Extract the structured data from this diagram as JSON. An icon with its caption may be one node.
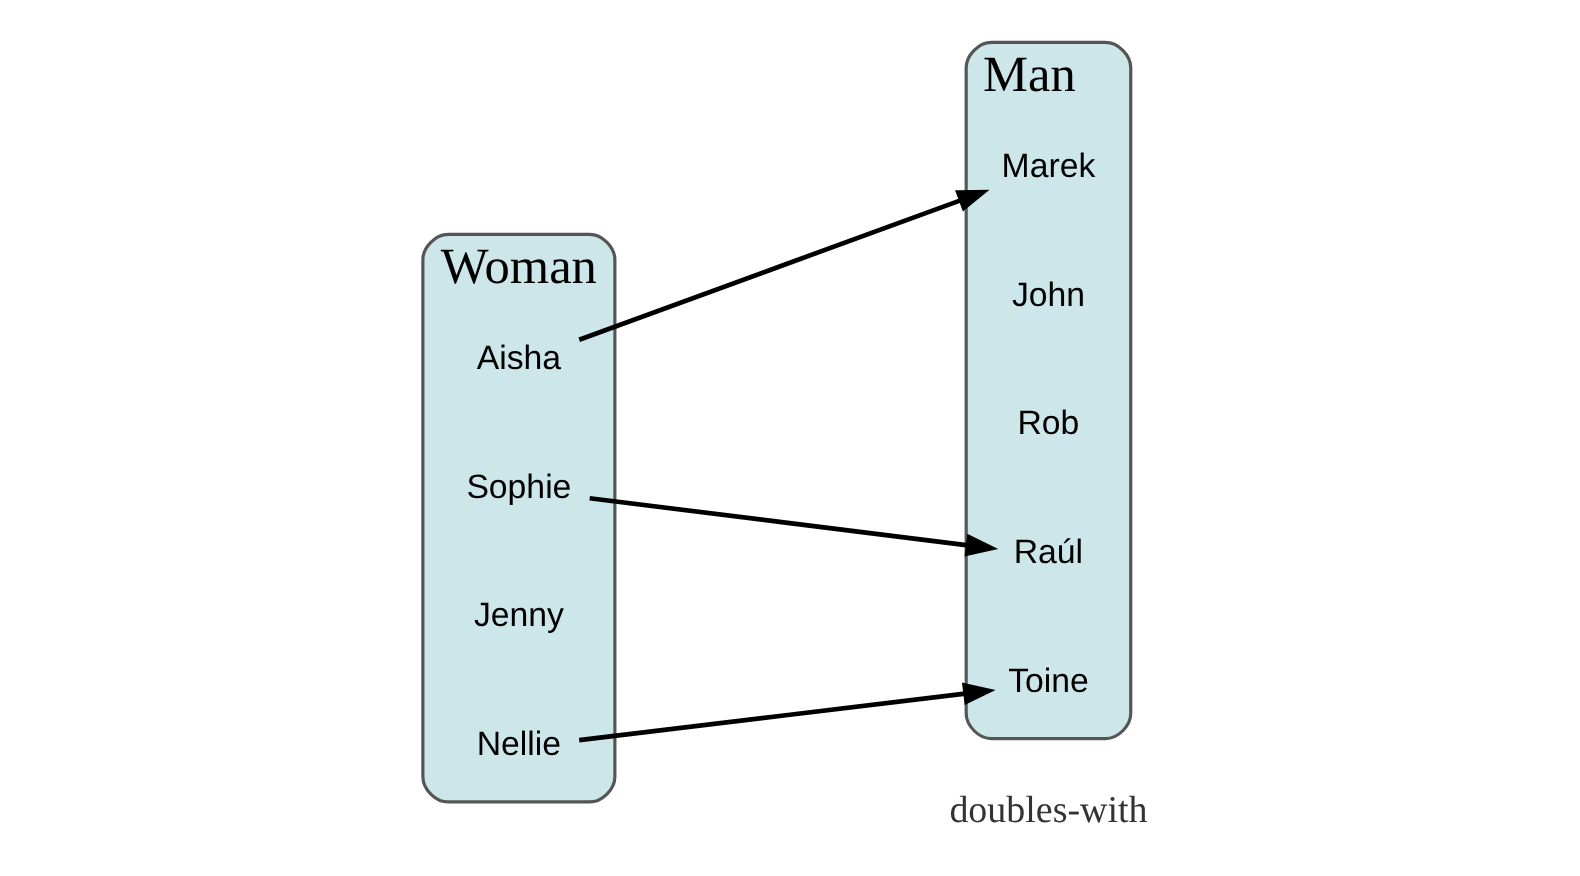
{
  "diagram": {
    "nodes": [
      {
        "text": [
          "Woman"
        ]
      },
      {
        "text": [
          "Aisha"
        ],
        "in": 0
      },
      {
        "text": [
          "Sophie"
        ],
        "in": 0
      },
      {
        "text": [
          "Jenny"
        ],
        "in": 0
      },
      {
        "text": [
          "Nellie"
        ],
        "in": 0
      },
      {
        "text": [
          "Man"
        ]
      },
      {
        "text": [
          "Marek"
        ],
        "in": 5
      },
      {
        "text": [
          "John"
        ],
        "in": 5
      },
      {
        "text": [
          "Rob"
        ],
        "in": 5
      },
      {
        "text": [
          "Toine"
        ],
        "in": 5
      },
      {
        "text": [
          "Raúl"
        ],
        "in": 5
      }
    ],
    "edges": [
      {
        "from": 1,
        "to": 6,
        "arrow": "to"
      },
      {
        "from": 4,
        "to": 9,
        "arrow": "to"
      },
      {
        "from": 2,
        "to": 10,
        "arrow": "to"
      }
    ],
    "labels": [
      "doubles-with"
    ]
  }
}
